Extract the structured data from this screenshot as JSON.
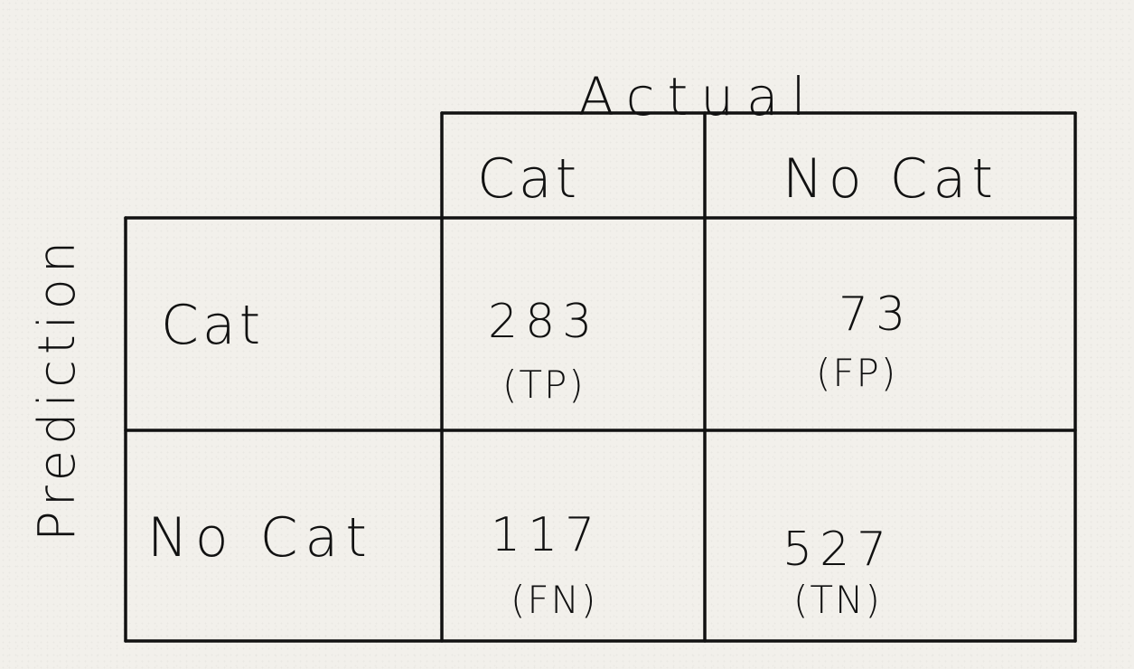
{
  "labels": {
    "actual": "Actual",
    "prediction": "Prediction"
  },
  "columns": [
    "Cat",
    "No Cat"
  ],
  "rows": [
    "Cat",
    "No Cat"
  ],
  "cells": {
    "tp": {
      "value": "283",
      "tag": "(TP)"
    },
    "fp": {
      "value": "73",
      "tag": "(FP)"
    },
    "fn": {
      "value": "117",
      "tag": "(FN)"
    },
    "tn": {
      "value": "527",
      "tag": "(TN)"
    }
  },
  "colors": {
    "paper": "#f2f0eb",
    "ink": "#111111"
  }
}
